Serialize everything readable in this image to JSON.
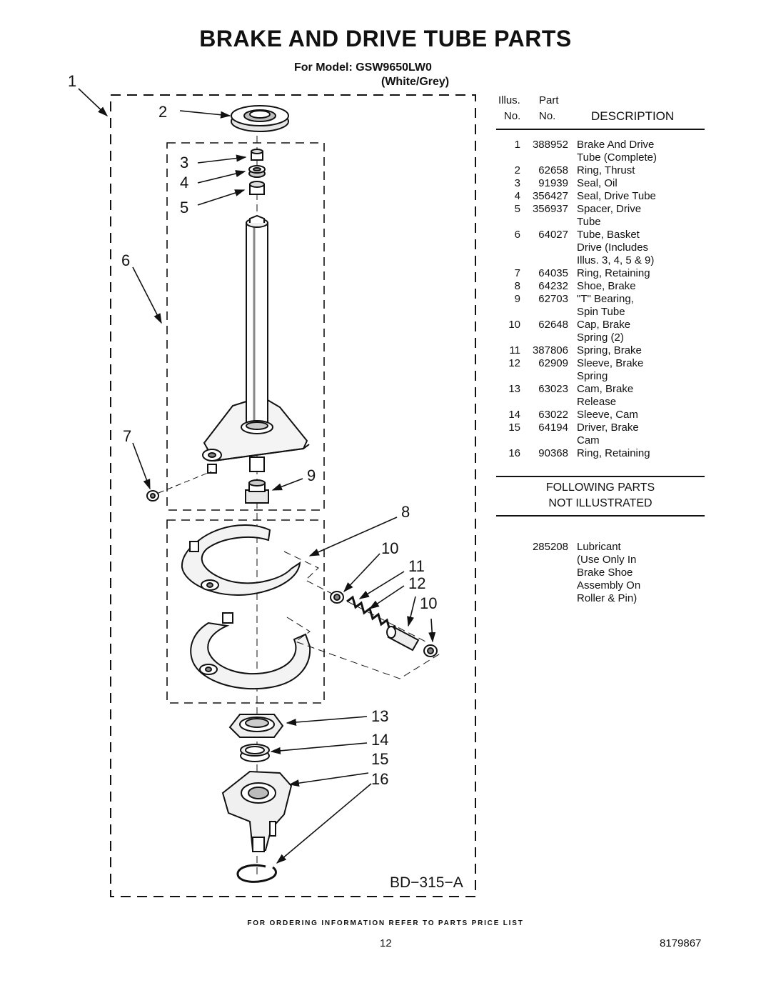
{
  "page": {
    "title": "BRAKE AND DRIVE TUBE PARTS",
    "model_line": "For Model: GSW9650LW0",
    "color_line": "(White/Grey)"
  },
  "table": {
    "header": {
      "illus_top": "Illus.",
      "illus_bottom": "No.",
      "part_top": "Part",
      "part_bottom": "No.",
      "description": "DESCRIPTION"
    },
    "rows": [
      {
        "illus": "1",
        "part": "388952",
        "desc": "Brake And Drive\nTube (Complete)"
      },
      {
        "illus": "2",
        "part": "62658",
        "desc": "Ring, Thrust"
      },
      {
        "illus": "3",
        "part": "91939",
        "desc": "Seal, Oil"
      },
      {
        "illus": "4",
        "part": "356427",
        "desc": "Seal, Drive Tube"
      },
      {
        "illus": "5",
        "part": "356937",
        "desc": "Spacer, Drive\nTube"
      },
      {
        "illus": "6",
        "part": "64027",
        "desc": "Tube, Basket\nDrive (Includes\nIllus. 3, 4, 5 & 9)"
      },
      {
        "illus": "7",
        "part": "64035",
        "desc": "Ring, Retaining"
      },
      {
        "illus": "8",
        "part": "64232",
        "desc": "Shoe, Brake"
      },
      {
        "illus": "9",
        "part": "62703",
        "desc": "\"T\" Bearing,\nSpin Tube"
      },
      {
        "illus": "10",
        "part": "62648",
        "desc": "Cap, Brake\nSpring (2)"
      },
      {
        "illus": "11",
        "part": "387806",
        "desc": "Spring, Brake"
      },
      {
        "illus": "12",
        "part": "62909",
        "desc": "Sleeve, Brake\nSpring"
      },
      {
        "illus": "13",
        "part": "63023",
        "desc": "Cam, Brake\nRelease"
      },
      {
        "illus": "14",
        "part": "63022",
        "desc": "Sleeve, Cam"
      },
      {
        "illus": "15",
        "part": "64194",
        "desc": "Driver, Brake\nCam"
      },
      {
        "illus": "16",
        "part": "90368",
        "desc": "Ring, Retaining"
      }
    ],
    "following_parts": {
      "line1": "FOLLOWING PARTS",
      "line2": "NOT ILLUSTRATED"
    },
    "extra_rows": [
      {
        "illus": "",
        "part": "285208",
        "desc": "Lubricant\n(Use Only In\nBrake Shoe\nAssembly On\nRoller & Pin)"
      }
    ]
  },
  "diagram": {
    "code": "BD−315−A",
    "callouts": [
      "1",
      "2",
      "3",
      "4",
      "5",
      "6",
      "7",
      "8",
      "9",
      "10",
      "11",
      "12",
      "10",
      "13",
      "14",
      "15",
      "16"
    ]
  },
  "footer": {
    "ordering_note": "FOR ORDERING INFORMATION REFER TO PARTS PRICE LIST",
    "page_number": "12",
    "doc_number": "8179867"
  }
}
